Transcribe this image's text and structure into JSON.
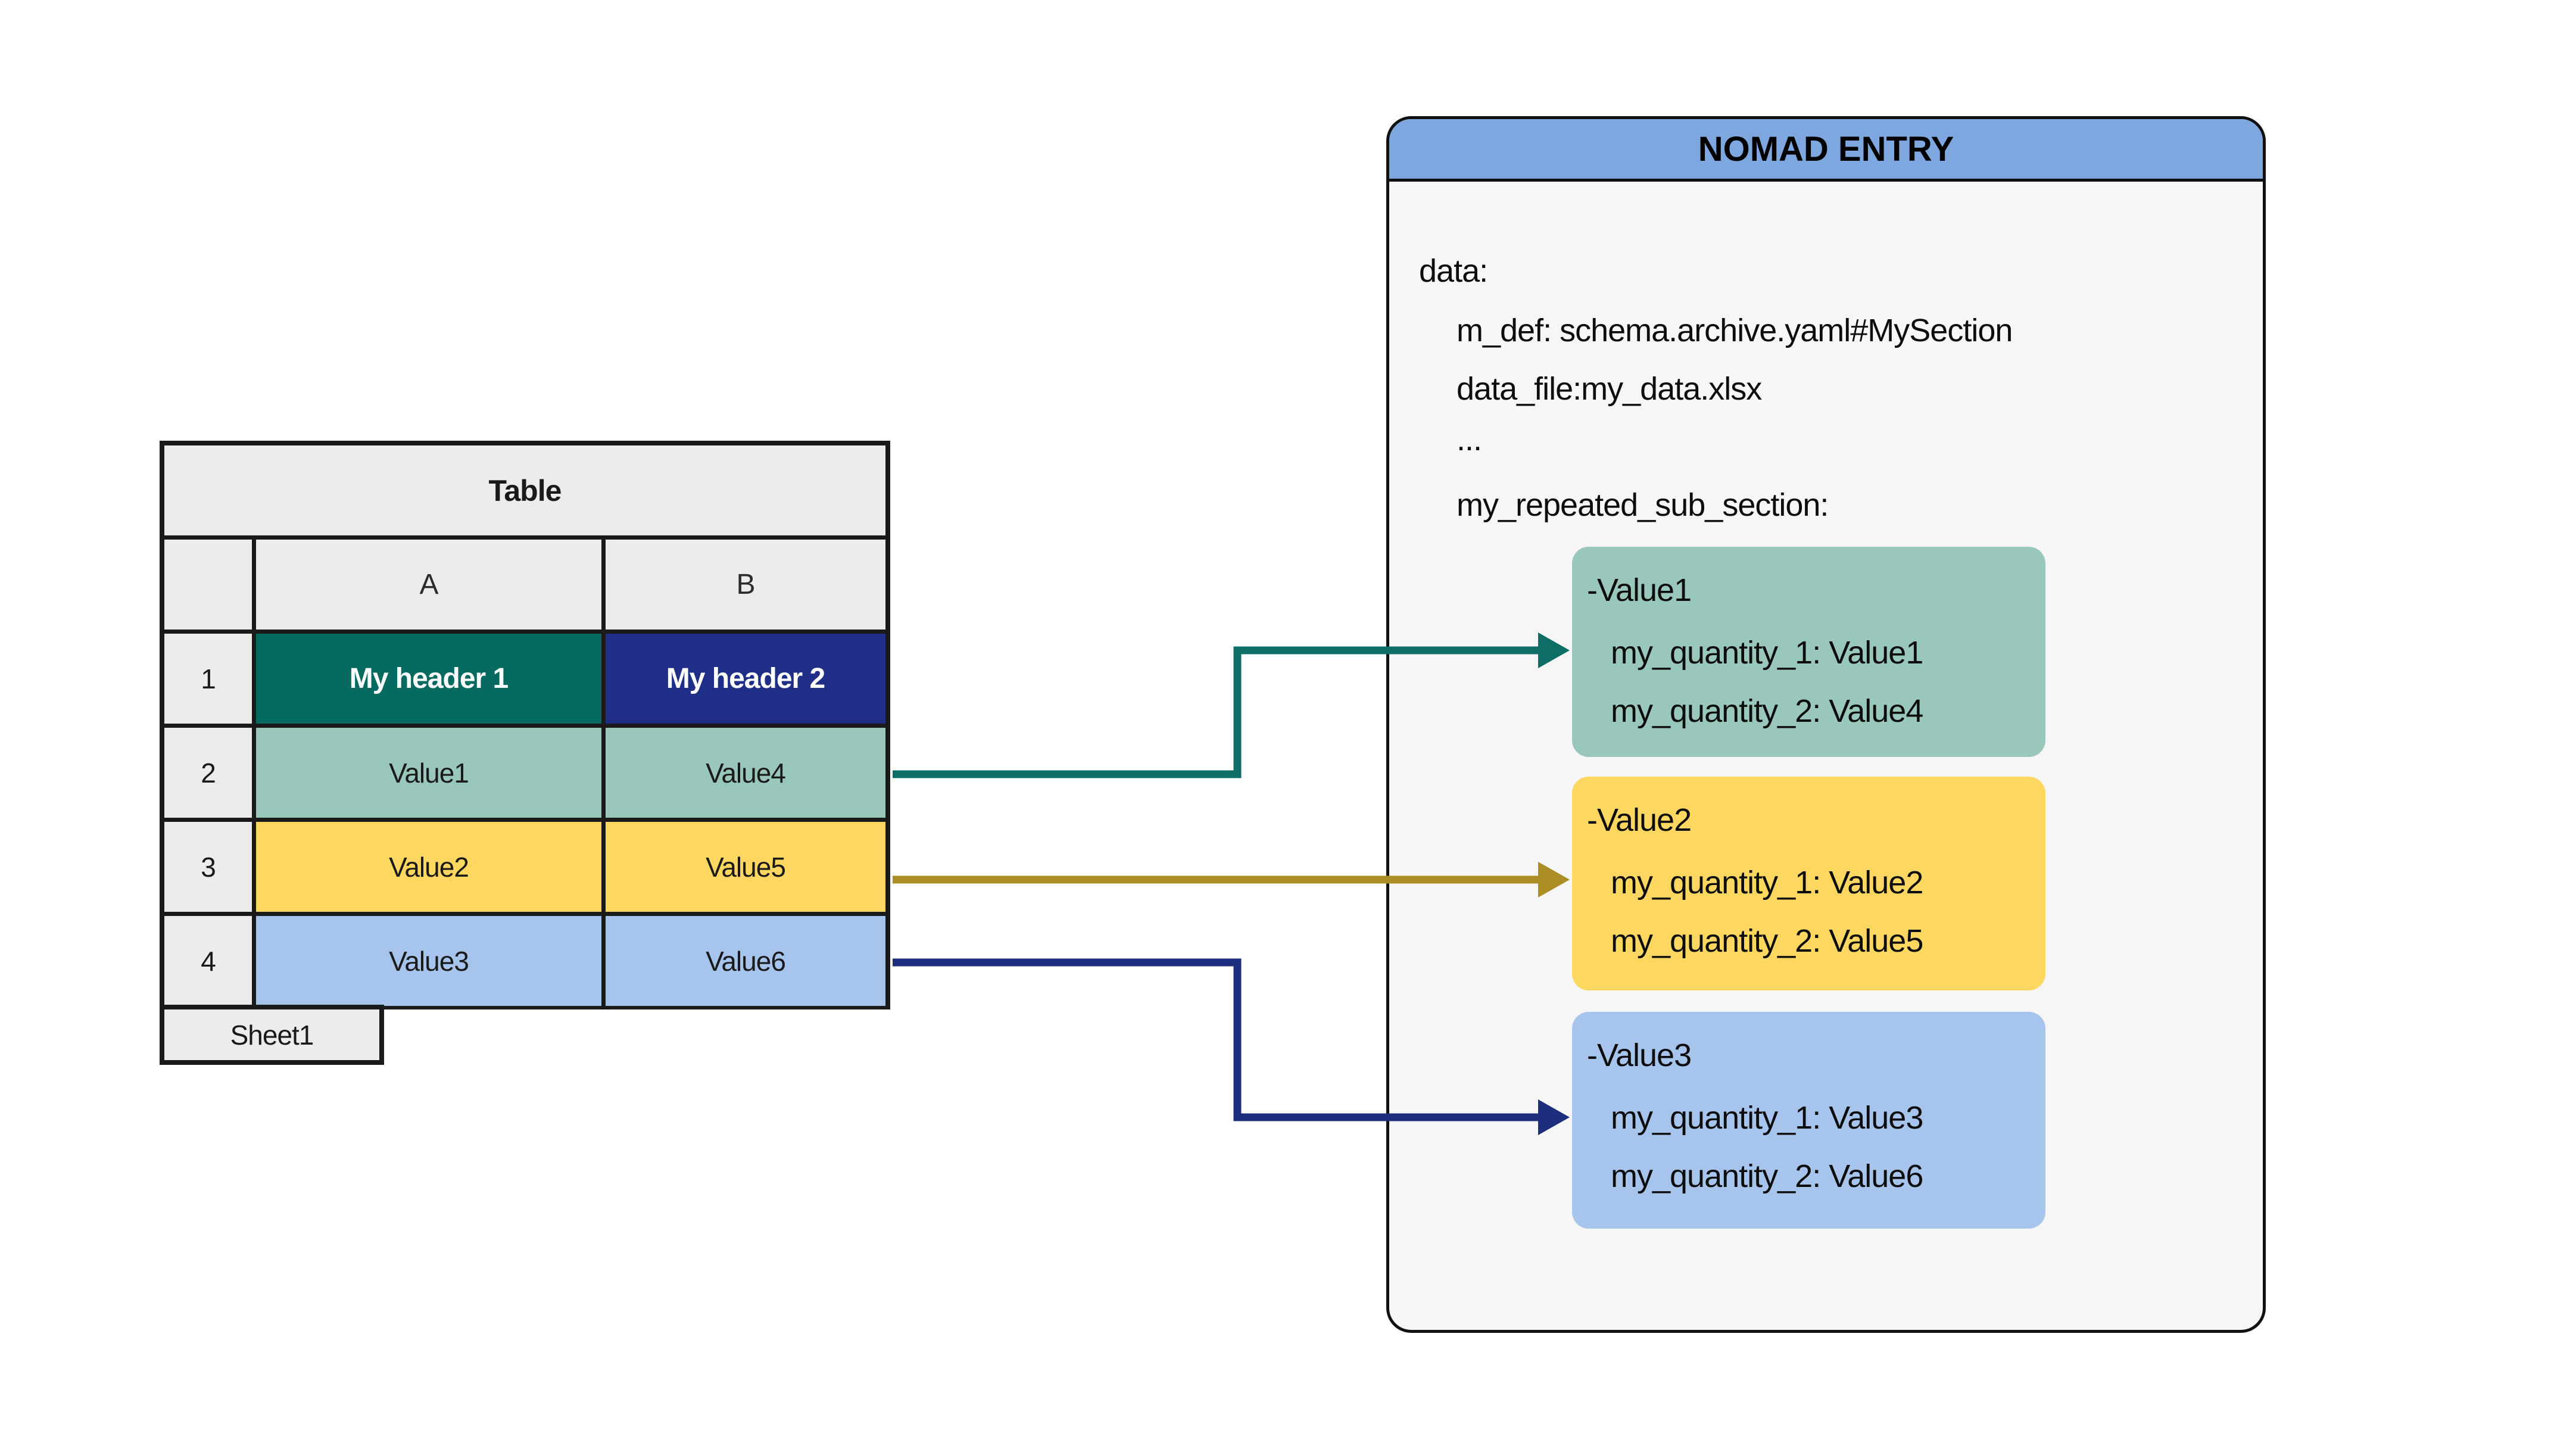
{
  "table": {
    "title": "Table",
    "sheet_tab": "Sheet1",
    "columns": [
      "A",
      "B"
    ],
    "rows": [
      {
        "num": "1",
        "a": "My header 1",
        "b": "My header 2"
      },
      {
        "num": "2",
        "a": "Value1",
        "b": "Value4"
      },
      {
        "num": "3",
        "a": "Value2",
        "b": "Value5"
      },
      {
        "num": "4",
        "a": "Value3",
        "b": "Value6"
      }
    ]
  },
  "nomad": {
    "title": "NOMAD ENTRY",
    "lines": {
      "data": "data:",
      "m_def": "m_def: schema.archive.yaml#MySection",
      "data_file": "data_file:my_data.xlsx",
      "ellipsis": "...",
      "repeated": "my_repeated_sub_section:"
    },
    "sections": [
      {
        "heading": "-Value1",
        "q1": "my_quantity_1: Value1",
        "q2": "my_quantity_2: Value4"
      },
      {
        "heading": "-Value2",
        "q1": "my_quantity_1: Value2",
        "q2": "my_quantity_2: Value5"
      },
      {
        "heading": "-Value3",
        "q1": "my_quantity_1: Value3",
        "q2": "my_quantity_2: Value6"
      }
    ]
  },
  "colors": {
    "arrow_teal": "#0c6e64",
    "arrow_olive": "#ac8e24",
    "arrow_navy": "#1d2e7e",
    "header_cell_teal": "#066a60",
    "header_cell_navy": "#1f2e87",
    "row_green": "#9ac7bc",
    "row_yellow": "#fdd75f",
    "row_blue": "#a7c4ec",
    "nomad_header_blue": "#7da7de"
  }
}
